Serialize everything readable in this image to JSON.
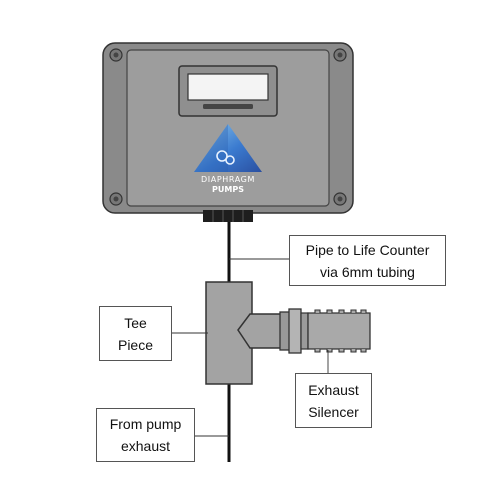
{
  "device": {
    "brand_line1": "DIAPHRAGM",
    "brand_line2": "PUMPS",
    "colors": {
      "housing": "#8a8a8a",
      "face": "#9d9d9d",
      "logo_blue": "#2a5fb0",
      "logo_light": "#8fc8ea",
      "tee": "#a3a3a3",
      "silencer": "#a9a9a9"
    }
  },
  "labels": {
    "pipe_to_counter": {
      "line1": "Pipe to Life Counter",
      "line2": "via 6mm tubing"
    },
    "tee_piece": {
      "line1": "Tee",
      "line2": "Piece"
    },
    "exhaust_silencer": {
      "line1": "Exhaust",
      "line2": "Silencer"
    },
    "from_pump_exhaust": {
      "line1": "From pump",
      "line2": "exhaust"
    }
  }
}
